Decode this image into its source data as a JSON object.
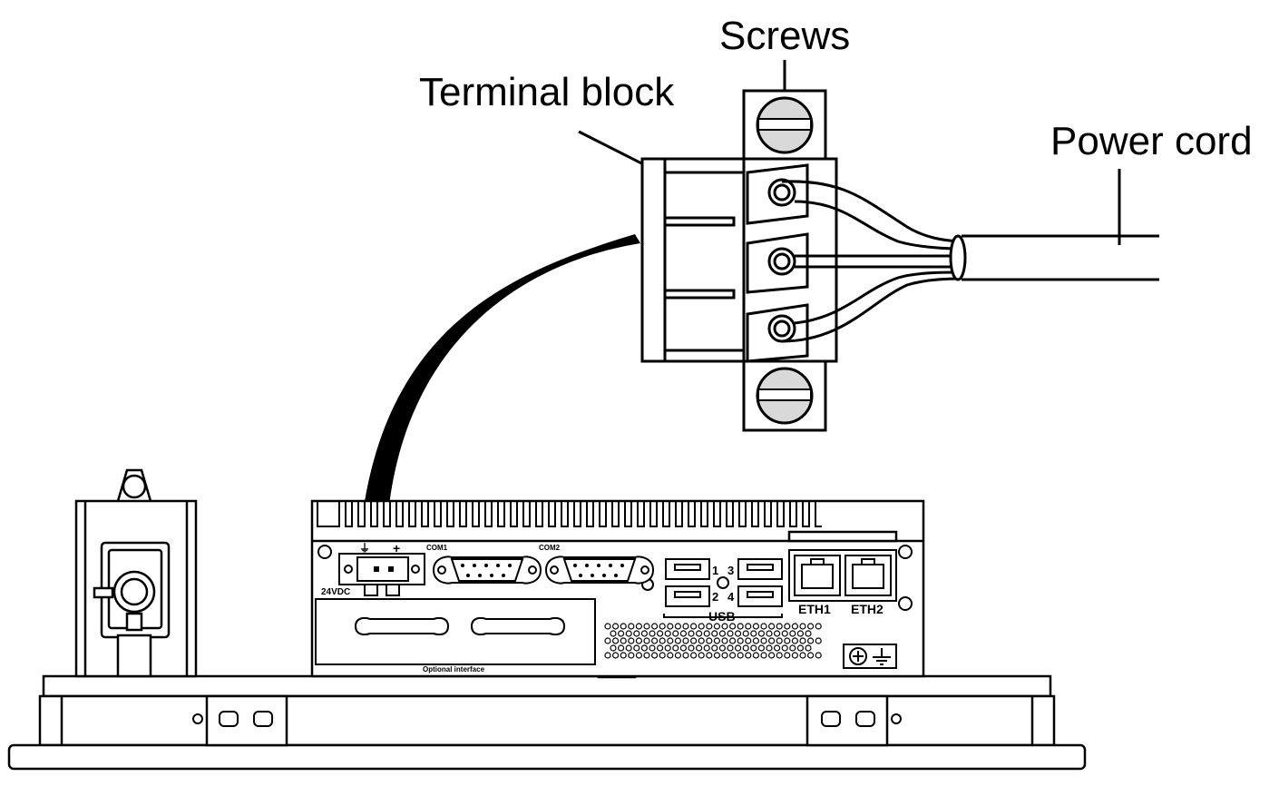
{
  "callouts": {
    "screws": "Screws",
    "terminal_block": "Terminal block",
    "power_cord": "Power cord"
  },
  "panel_labels": {
    "com1": "COM1",
    "com2": "COM2",
    "voltage": "24VDC",
    "usb": "USB",
    "eth1": "ETH1",
    "eth2": "ETH2",
    "optional_interface": "Optional interface",
    "usb_1": "1",
    "usb_2": "2",
    "usb_3": "3",
    "usb_4": "4",
    "ground_symbol": "⏚",
    "plus_symbol": "+"
  },
  "colors": {
    "stroke": "#000000",
    "screw_fill": "#d9d9d9",
    "background": "#ffffff"
  }
}
